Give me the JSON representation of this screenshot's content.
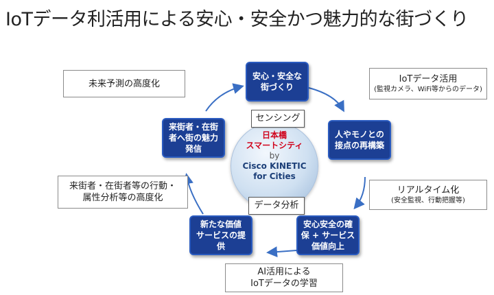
{
  "title": "IoTデータ利活用による安心・安全かつ魅力的な街づくり",
  "center": {
    "line1": "日本橋",
    "line2": "スマートシティ",
    "line3": "by",
    "line4": "Cisco KINETIC",
    "line5": "for Cities"
  },
  "labels": {
    "sensing": "センシング",
    "analysis": "データ分析"
  },
  "nodes": {
    "safe_town": "安心・安全な\n街づくり",
    "people_things": "人やモノとの\n接点の再構築",
    "safety_service": "安心安全の確\n保 + サービス\n価値向上",
    "new_value": "新たな価値\nサービスの提\n供",
    "appeal": "来街者・在街\n者へ街の魅力\n発信"
  },
  "descriptions": {
    "future": {
      "main": "未来予測の高度化"
    },
    "iot_use": {
      "main": "IoTデータ活用",
      "sub": "(監視カメラ、WiFi等からのデータ)"
    },
    "realtime": {
      "main": "リアルタイム化",
      "sub": "(安全監視、行動把握等)"
    },
    "ai_learning": {
      "main": "AI活用による\nIoTデータの学習"
    },
    "behavior": {
      "main": "来街者・在街者等の行動・\n属性分析等の高度化"
    }
  },
  "colors": {
    "node_fill": "#1c3f94",
    "node_border": "#2a5bc0",
    "arrow": "#3a6fc4",
    "center_red": "#d0021b"
  }
}
